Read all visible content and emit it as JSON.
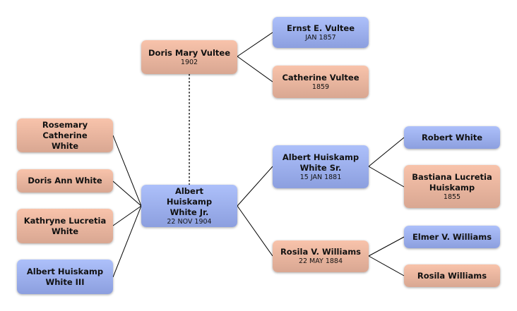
{
  "colors": {
    "male": "#a3b6f2",
    "female": "#f0b9a2",
    "line": "#000000"
  },
  "people": {
    "doris_mary": {
      "name": "Doris Mary Vultee",
      "date": "1902",
      "gender": "female"
    },
    "ernst": {
      "name": "Ernst E. Vultee",
      "date": "JAN 1857",
      "gender": "male"
    },
    "catherine": {
      "name": "Catherine Vultee",
      "date": "1859",
      "gender": "female"
    },
    "rosemary": {
      "name": "Rosemary Catherine White",
      "date": "",
      "gender": "female"
    },
    "doris_ann": {
      "name": "Doris Ann White",
      "date": "",
      "gender": "female"
    },
    "kathryne": {
      "name": "Kathryne Lucretia White",
      "date": "",
      "gender": "female"
    },
    "albert_iii": {
      "name": "Albert Huiskamp White III",
      "date": "",
      "gender": "male"
    },
    "albert_jr": {
      "name": "Albert  Huiskamp White Jr.",
      "date": "22 NOV 1904",
      "gender": "male"
    },
    "albert_sr": {
      "name": "Albert Huiskamp White Sr.",
      "date": "15 JAN 1881",
      "gender": "male"
    },
    "rosila_v": {
      "name": "Rosila V. Williams",
      "date": "22 MAY 1884",
      "gender": "female"
    },
    "robert": {
      "name": "Robert White",
      "date": "",
      "gender": "male"
    },
    "bastiana": {
      "name": "Bastiana Lucretia Huiskamp",
      "date": "1855",
      "gender": "female"
    },
    "elmer": {
      "name": "Elmer V. Williams",
      "date": "",
      "gender": "male"
    },
    "rosila_w": {
      "name": "Rosila Williams",
      "date": "",
      "gender": "female"
    }
  }
}
